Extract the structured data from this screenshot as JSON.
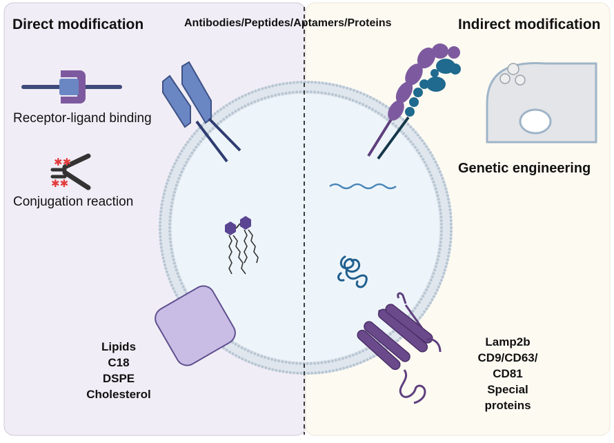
{
  "left_title": "Direct modification",
  "right_title": "Indirect modification",
  "top_center": "Antibodies/Peptides/Aptamers/Proteins",
  "receptor_label": "Receptor-ligand binding",
  "conjugation_label": "Conjugation reaction",
  "genetic_label": "Genetic engineering",
  "lipid_list": [
    "Lipids",
    "C18",
    "DSPE",
    "Cholesterol"
  ],
  "protein_list": [
    "Lamp2b",
    "CD9/CD63/",
    "CD81",
    "Special",
    "proteins"
  ],
  "colors": {
    "left_panel": "#f1edf6",
    "right_panel": "#fdfaf2",
    "membrane": "#b9c6d3",
    "vesicle_fill": "#eef5fa",
    "antibody": "#6a87c4",
    "purple": "#7d5a9f",
    "teal": "#1f6a8e",
    "dark_purple": "#5e3f7e",
    "conjugation_red": "#e23b3b"
  }
}
